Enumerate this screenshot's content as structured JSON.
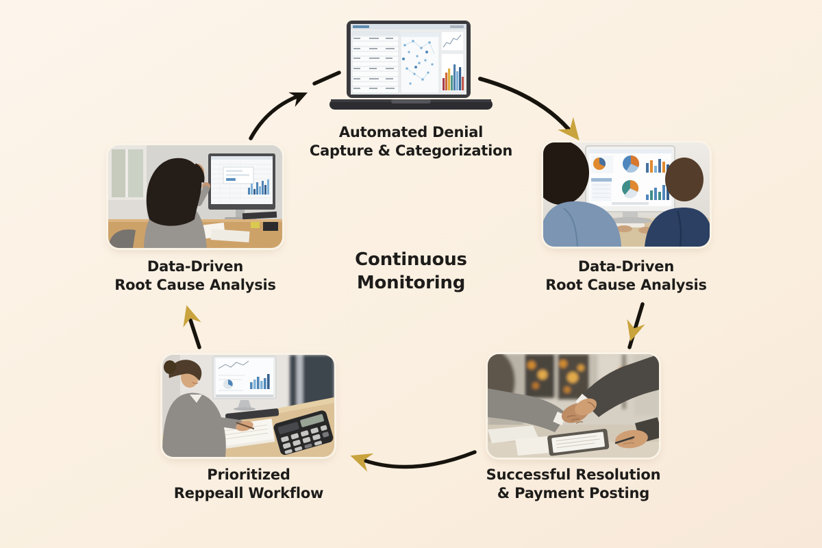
{
  "center": {
    "line1": "Continuous",
    "line2": "Monitoring"
  },
  "stages": {
    "top": {
      "line1": "Automated Denial",
      "line2": "Capture & Categorization",
      "photo": "laptop-analytics-dashboard-photo"
    },
    "right": {
      "line1": "Data-Driven",
      "line2": "Root Cause Analysis",
      "photo": "two-analysts-monitor-charts-photo"
    },
    "bottom_right": {
      "line1": "Successful Resolution",
      "line2": "& Payment Posting",
      "photo": "business-handshake-photo"
    },
    "bottom_left": {
      "line1": "Prioritized",
      "line2": "Reppeall Workflow",
      "photo": "woman-desk-calculator-photo"
    },
    "left": {
      "line1": "Data-Driven",
      "line2": "Root Cause Analysis",
      "photo": "woman-analyzing-monitor-photo"
    }
  },
  "colors": {
    "background": "#fbf0e2",
    "arrow": "#17130d",
    "arrowhead_gold": "#c9a33d",
    "label_text": "#1d1c1a"
  }
}
